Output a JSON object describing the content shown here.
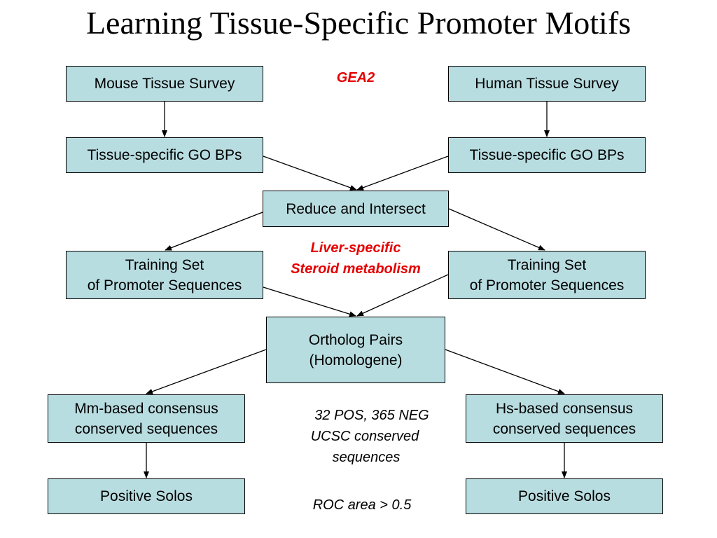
{
  "title": "Learning Tissue-Specific Promoter Motifs",
  "boxes": {
    "mouse_survey": "Mouse Tissue Survey",
    "human_survey": "Human Tissue Survey",
    "go_left": "Tissue-specific GO BPs",
    "go_right": "Tissue-specific GO BPs",
    "reduce": "Reduce and Intersect",
    "training_left": [
      "Training Set",
      "of Promoter Sequences"
    ],
    "training_right": [
      "Training Set",
      "of Promoter Sequences"
    ],
    "ortholog": [
      "Ortholog Pairs",
      "(Homologene)"
    ],
    "mm_consensus": [
      "Mm-based consensus",
      "conserved sequences"
    ],
    "hs_consensus": [
      "Hs-based consensus",
      "conserved sequences"
    ],
    "solos_left": "Positive Solos",
    "solos_right": "Positive Solos"
  },
  "notes": {
    "gea2": "GEA2",
    "liver": [
      "Liver-specific",
      "Steroid metabolism"
    ],
    "counts": [
      "32 POS, 365 NEG",
      "UCSC conserved",
      "sequences"
    ],
    "roc": "ROC area > 0.5"
  },
  "colors": {
    "box_fill": "#b8dde1",
    "highlight": "#e60000"
  }
}
